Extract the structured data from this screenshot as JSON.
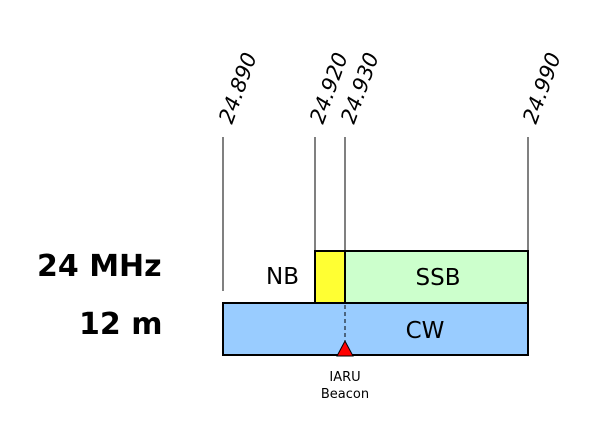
{
  "band": {
    "frequency_name": "24 MHz",
    "wavelength_name": "12 m"
  },
  "frequencies": [
    "24.890",
    "24.920",
    "24.930",
    "24.990"
  ],
  "segments": {
    "nb": "NB",
    "ssb": "SSB",
    "cw": "CW"
  },
  "beacon": {
    "line1": "IARU",
    "line2": "Beacon"
  },
  "colors": {
    "nb": "#ffff33",
    "ssb": "#ccffcc",
    "cw": "#99ccff",
    "beacon": "#ff0000"
  }
}
